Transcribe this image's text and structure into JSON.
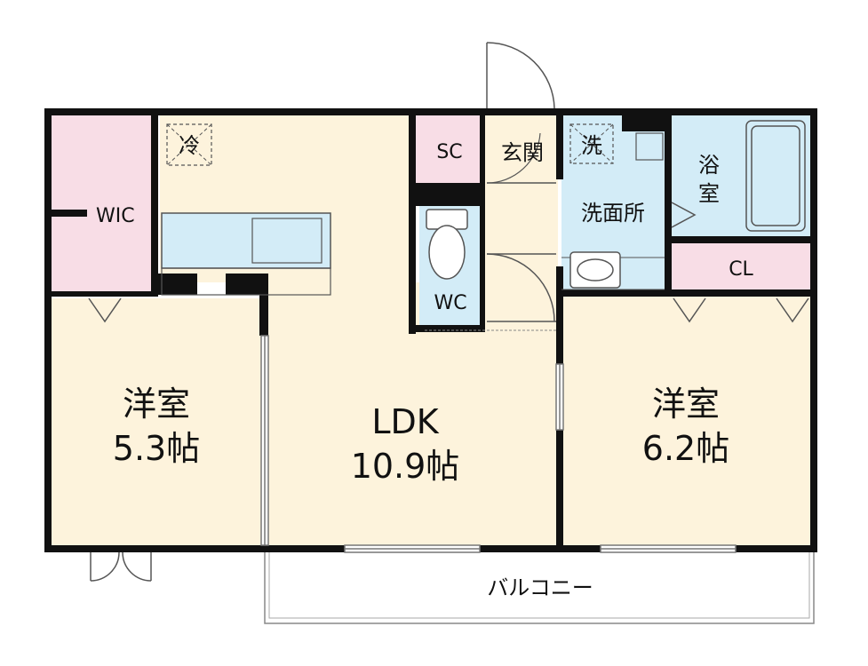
{
  "rooms": {
    "western_left": {
      "name": "洋室",
      "size": "5.3帖"
    },
    "ldk": {
      "name": "LDK",
      "size": "10.9帖"
    },
    "western_right": {
      "name": "洋室",
      "size": "6.2帖"
    },
    "wic": "WIC",
    "sc": "SC",
    "entrance": "玄関",
    "wc": "WC",
    "washroom": "洗面所",
    "bath_line1": "浴",
    "bath_line2": "室",
    "cl": "CL",
    "balcony": "バルコニー"
  },
  "symbols": {
    "fridge": "冷",
    "washer": "洗"
  },
  "colors": {
    "wall": "#111111",
    "room_beige": "#fdf3dc",
    "closet_pink": "#f8dde6",
    "wet_blue": "#d3ecf7",
    "line": "#555555"
  }
}
